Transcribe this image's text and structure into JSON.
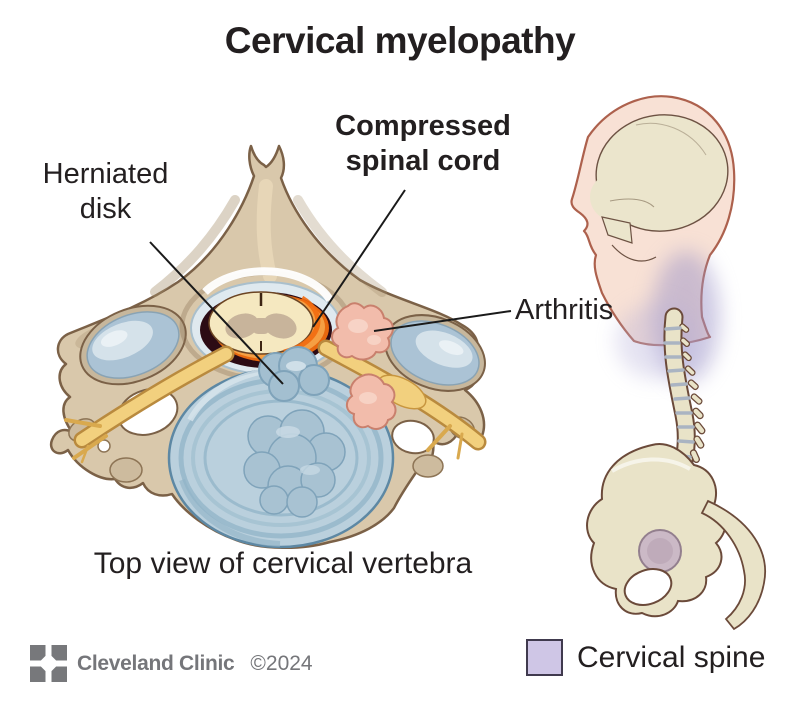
{
  "title": "Cervical myelopathy",
  "annotations": {
    "herniated_disk": "Herniated\ndisk",
    "compressed_spinal_cord": "Compressed\nspinal cord",
    "arthritis": "Arthritis"
  },
  "caption": "Top view of cervical vertebra",
  "legend": {
    "label": "Cervical spine",
    "swatch_color": "#cfc6e6"
  },
  "footer": {
    "brand": "Cleveland Clinic",
    "copyright": "©2024"
  },
  "icons": {
    "logo_mark": "cleveland-clinic-logo-mark"
  },
  "colors": {
    "text": "#231f20",
    "footer_gray": "#75767a",
    "bone_tan": "#d9c8ab",
    "bone_outline": "#7b6147",
    "facet_blue": "#abc3d5",
    "canal_dark": "#2c0b14",
    "cord_cream": "#f5e8c0",
    "compression_orange": "#f26a10",
    "nerve_yellow": "#f2d07e",
    "arthritis_pink": "#f2bcab",
    "disk_blue": "#b9cfdc",
    "skin_peach": "#f8e1d5",
    "skull_cream": "#ebe5cc",
    "cervical_highlight": "#a39bce",
    "legend_swatch": "#cfc6e6"
  }
}
